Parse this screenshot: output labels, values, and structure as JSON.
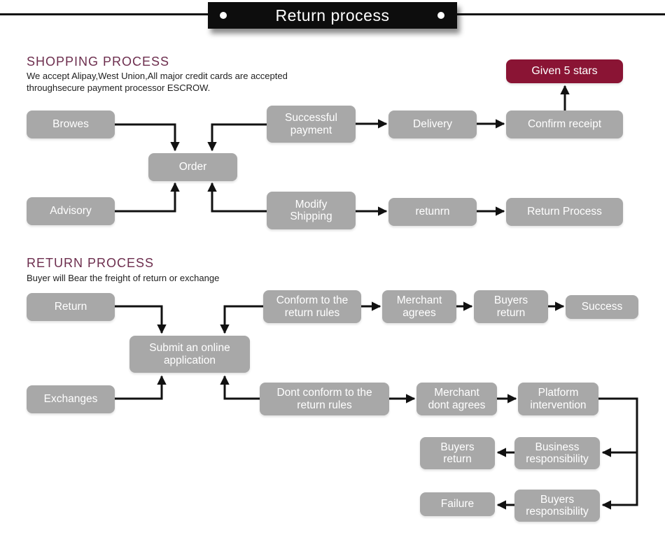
{
  "header": {
    "title": "Return process"
  },
  "colors": {
    "banner_black": "#0d0d0d",
    "line_black": "#111111",
    "box_gray": "#a8a8a8",
    "accent_maroon": "#8a1434",
    "heading_plum": "#6d2e4e"
  },
  "sections": {
    "shopping": {
      "heading": "SHOPPING PROCESS",
      "subtitle": "We accept Alipay,West Union,All major credit cards are accepted\nthroughsecure payment processor ESCROW."
    },
    "return": {
      "heading": "RETURN PROCESS",
      "subtitle": "Buyer will Bear the freight of return or exchange"
    }
  },
  "nodes": {
    "browes": {
      "label": "Browes"
    },
    "successful_payment": {
      "label": "Successful payment"
    },
    "delivery": {
      "label": "Delivery"
    },
    "confirm_receipt": {
      "label": "Confirm receipt"
    },
    "given_5_stars": {
      "label": "Given 5 stars"
    },
    "order": {
      "label": "Order"
    },
    "advisory": {
      "label": "Advisory"
    },
    "modify_shipping": {
      "label": "Modify Shipping"
    },
    "retunrn": {
      "label": "retunrn"
    },
    "return_process": {
      "label": "Return Process"
    },
    "return": {
      "label": "Return"
    },
    "conform_rules": {
      "label": "Conform to the return rules"
    },
    "merchant_agrees": {
      "label": "Merchant agrees"
    },
    "buyers_return": {
      "label": "Buyers return"
    },
    "success": {
      "label": "Success"
    },
    "submit_application": {
      "label": "Submit an online application"
    },
    "exchanges": {
      "label": "Exchanges"
    },
    "dont_conform": {
      "label": "Dont conform to the return rules"
    },
    "merchant_dont_agrees": {
      "label": "Merchant dont agrees"
    },
    "platform_intervention": {
      "label": "Platform intervention"
    },
    "buyers_return_2": {
      "label": "Buyers return"
    },
    "business_responsibility": {
      "label": "Business responsibility"
    },
    "failure": {
      "label": "Failure"
    },
    "buyers_responsibility": {
      "label": "Buyers responsibility"
    }
  }
}
